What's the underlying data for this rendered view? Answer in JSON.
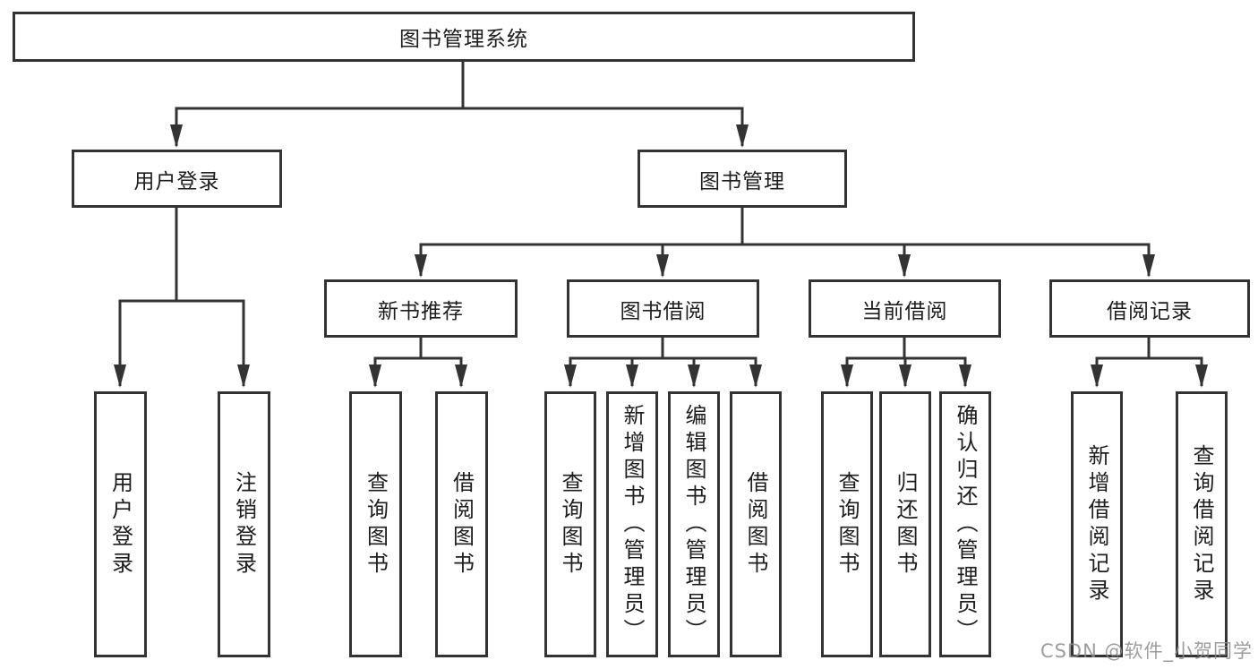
{
  "diagram": {
    "type": "hierarchy-flowchart",
    "root": {
      "label": "图书管理系统"
    },
    "branches": {
      "user_login": {
        "label": "用户登录"
      },
      "book_management": {
        "label": "图书管理"
      }
    },
    "categories": {
      "new_book_recommend": {
        "label": "新书推荐"
      },
      "book_borrowing": {
        "label": "图书借阅"
      },
      "current_borrowing": {
        "label": "当前借阅"
      },
      "borrowing_records": {
        "label": "借阅记录"
      }
    },
    "leaves": {
      "user_login": {
        "label": "用户登录"
      },
      "logout": {
        "label": "注销登录"
      },
      "nb_query_books": {
        "label": "查询图书"
      },
      "nb_borrow_books": {
        "label": "借阅图书"
      },
      "bb_query_books": {
        "label": "查询图书"
      },
      "bb_add_books": {
        "label": "新增图书（管理员）"
      },
      "bb_edit_books": {
        "label": "编辑图书（管理员）"
      },
      "bb_borrow_books": {
        "label": "借阅图书"
      },
      "cb_query_books": {
        "label": "查询图书"
      },
      "cb_return_books": {
        "label": "归还图书"
      },
      "cb_confirm_return": {
        "label": "确认归还（管理员）"
      },
      "rec_add_record": {
        "label": "新增借阅记录"
      },
      "rec_query_record": {
        "label": "查询借阅记录"
      }
    }
  },
  "watermark": "CSDN @软件_小贺同学",
  "colors": {
    "line": "#333333",
    "text": "#1d1d1d",
    "background": "#ffffff",
    "watermark": "#8c8c8c"
  }
}
